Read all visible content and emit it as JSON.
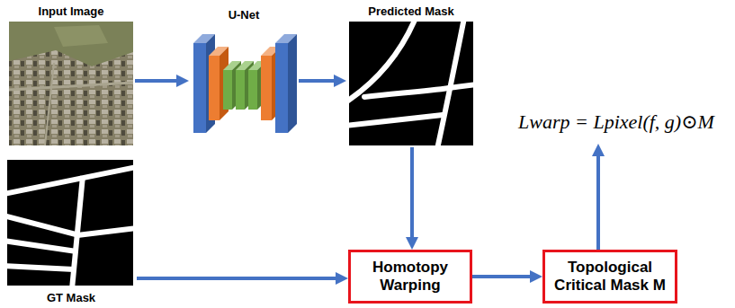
{
  "diagram": {
    "nodes": [
      {
        "text": [
          "Input Image"
        ]
      },
      {
        "text": [
          "U-Net"
        ]
      },
      {
        "text": [
          "Predicted Mask"
        ]
      },
      {
        "text": [
          "Lwarp = Lpixel(f, g)⊙M"
        ]
      },
      {
        "text": [
          "GT Mask"
        ]
      },
      {
        "text": [
          "Homotopy Warping"
        ]
      },
      {
        "text": [
          "Topological Critical Mask M"
        ]
      }
    ],
    "edges": [
      {
        "from": 0,
        "to": 1,
        "arrow": "to"
      },
      {
        "from": 1,
        "to": 2,
        "arrow": "to"
      },
      {
        "from": 2,
        "to": 5,
        "arrow": "to"
      },
      {
        "from": 4,
        "to": 5,
        "arrow": "to"
      },
      {
        "from": 5,
        "to": 6,
        "arrow": "to"
      },
      {
        "from": 6,
        "to": 3,
        "arrow": "to"
      }
    ]
  }
}
